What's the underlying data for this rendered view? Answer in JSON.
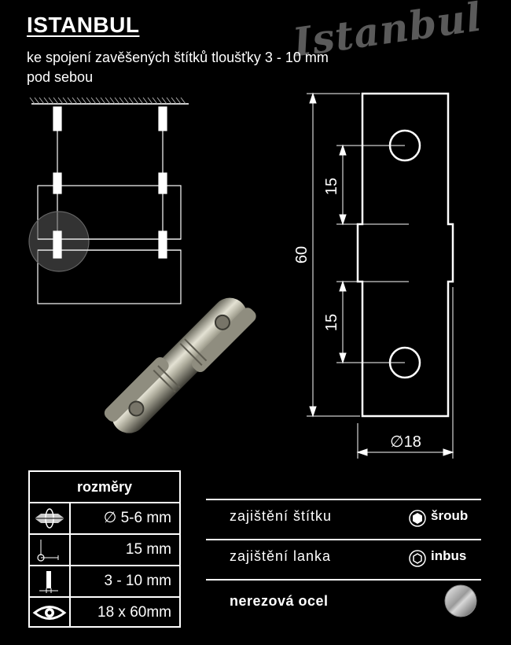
{
  "header": {
    "title": "ISTANBUL",
    "subtitle_line1": "ke spojení zavěšených štítků tloušťky 3 - 10 mm",
    "subtitle_line2": "pod sebou",
    "watermark": "Istanbul"
  },
  "drawing": {
    "dim_top": "15",
    "dim_total": "60",
    "dim_bottom": "15",
    "dim_diameter": "∅18"
  },
  "specs": {
    "heading": "rozměry",
    "rows": [
      {
        "icon": "cable-diameter-icon",
        "value": "∅ 5-6 mm"
      },
      {
        "icon": "hole-distance-icon",
        "value": "15 mm"
      },
      {
        "icon": "plate-thickness-icon",
        "value": "3 - 10 mm"
      },
      {
        "icon": "eye-icon",
        "value": "18 x 60mm"
      }
    ]
  },
  "features": [
    {
      "label": "zajištění štítku",
      "icon": "hex-screw-icon",
      "value": "šroub"
    },
    {
      "label": "zajištění lanka",
      "icon": "inbus-icon",
      "value": "inbus"
    },
    {
      "label": "nerezová ocel",
      "icon": "steel-swatch-icon",
      "value": ""
    }
  ]
}
